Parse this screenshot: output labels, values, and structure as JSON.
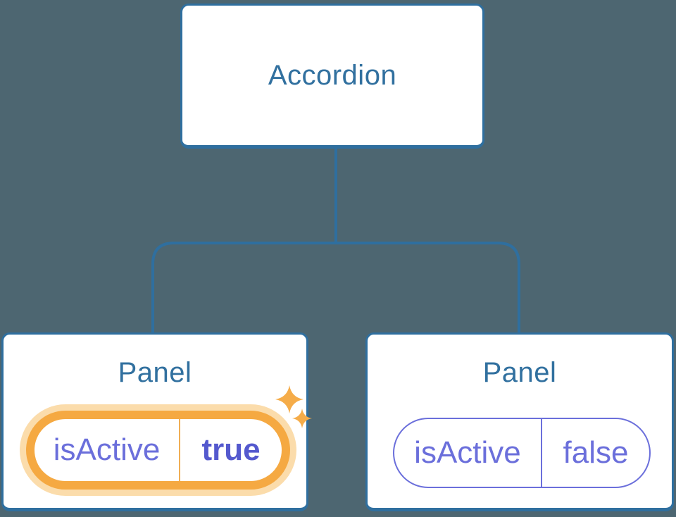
{
  "colors": {
    "background": "#4d6671",
    "line": "#2f6f9f",
    "node-text": "#31709f",
    "purple": "#6b6fdb",
    "purple-bold": "#5459ce",
    "orange": "#f5a942",
    "orange-glow": "#fbdcab",
    "orange-divider": "#f0ae55",
    "sparkle": "#f5ac49",
    "node-bg": "#ffffff"
  },
  "tree": {
    "root_label": "Accordion",
    "panels": [
      {
        "title": "Panel",
        "state_key": "isActive",
        "state_value": "true",
        "highlighted": true
      },
      {
        "title": "Panel",
        "state_key": "isActive",
        "state_value": "false",
        "highlighted": false
      }
    ]
  }
}
